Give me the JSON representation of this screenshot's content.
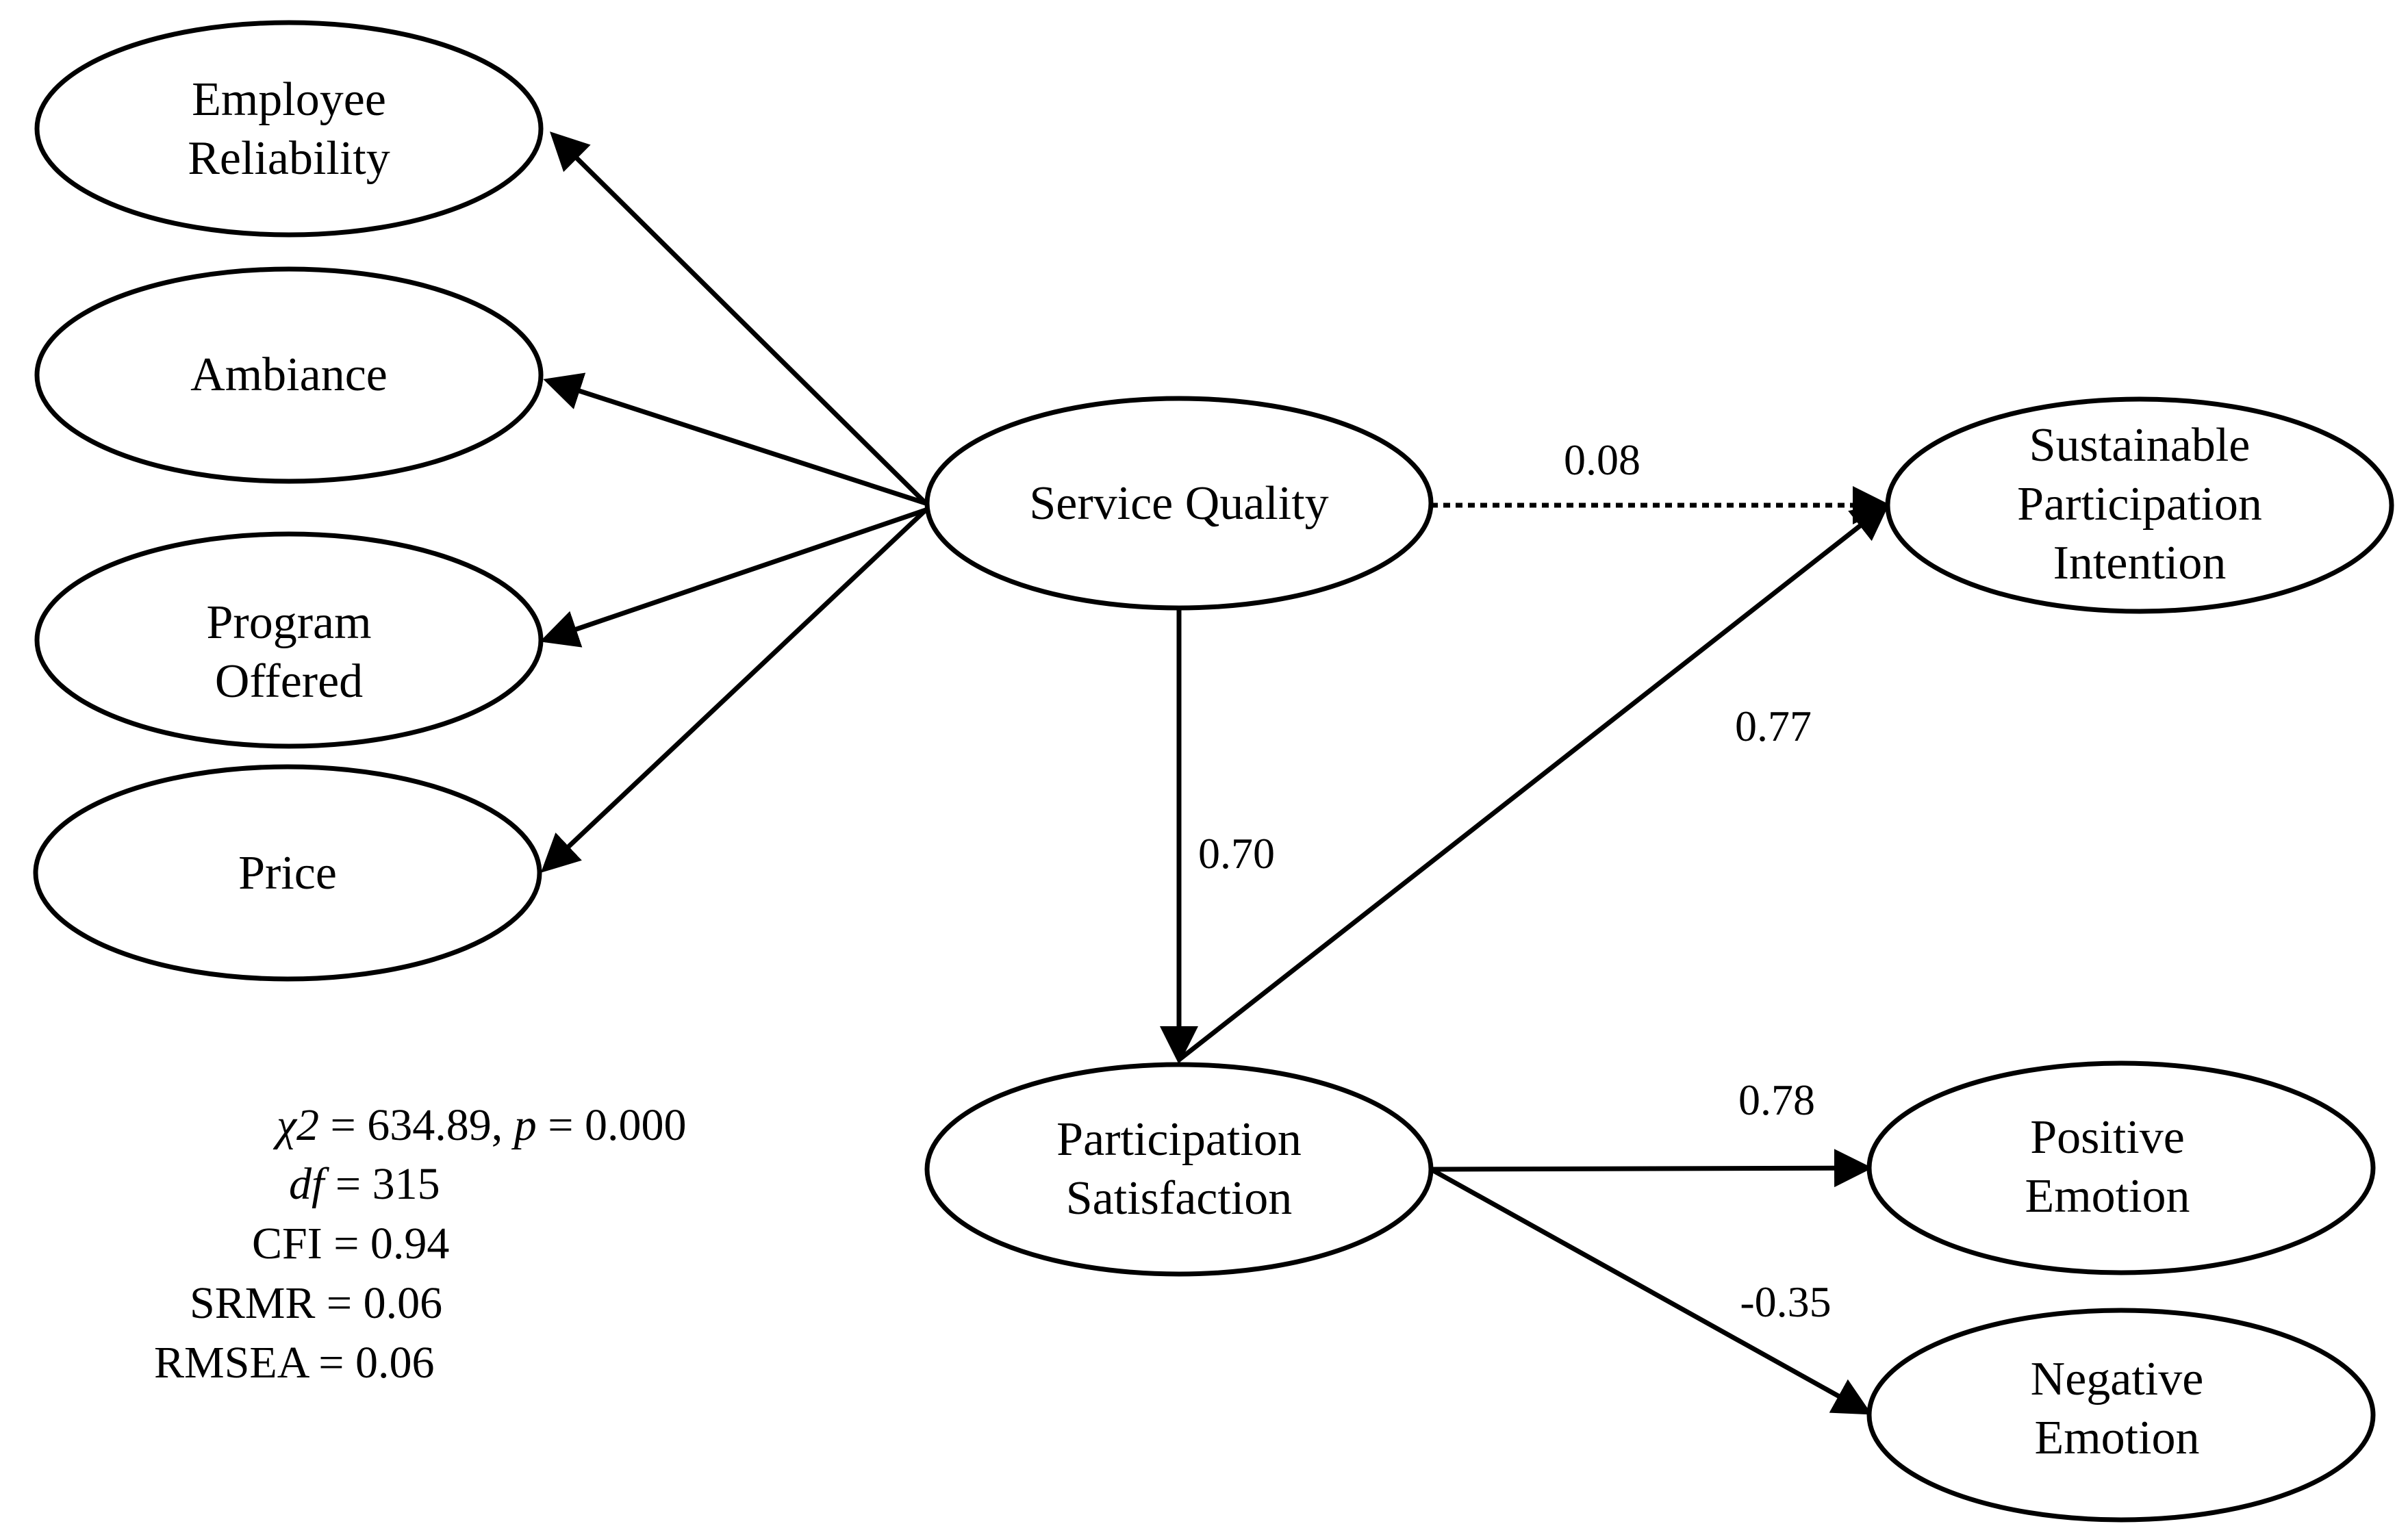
{
  "nodes": {
    "employee_reliability": [
      "Employee",
      "Reliability"
    ],
    "ambiance": [
      "Ambiance"
    ],
    "program_offered": [
      "Program",
      "Offered"
    ],
    "price": [
      "Price"
    ],
    "service_quality": [
      "Service Quality"
    ],
    "sustainable_participation_intention": [
      "Sustainable",
      "Participation",
      "Intention"
    ],
    "participation_satisfaction": [
      "Participation",
      "Satisfaction"
    ],
    "positive_emotion": [
      "Positive",
      "Emotion"
    ],
    "negative_emotion": [
      "Negative",
      "Emotion"
    ]
  },
  "paths": {
    "sq_to_spi": "0.08",
    "sq_to_ps": "0.70",
    "ps_to_spi": "0.77",
    "ps_to_pe": "0.78",
    "ps_to_ne": "-0.35"
  },
  "fit_indices": {
    "chi2_symbol": "χ2",
    "chi2_value": " = 634.89, ",
    "p_symbol": "p",
    "p_value": " = 0.000",
    "df_symbol": "df",
    "df_value": " = 315",
    "cfi": "CFI = 0.94",
    "srmr": "SRMR = 0.06",
    "rmsea": "RMSEA = 0.06"
  }
}
